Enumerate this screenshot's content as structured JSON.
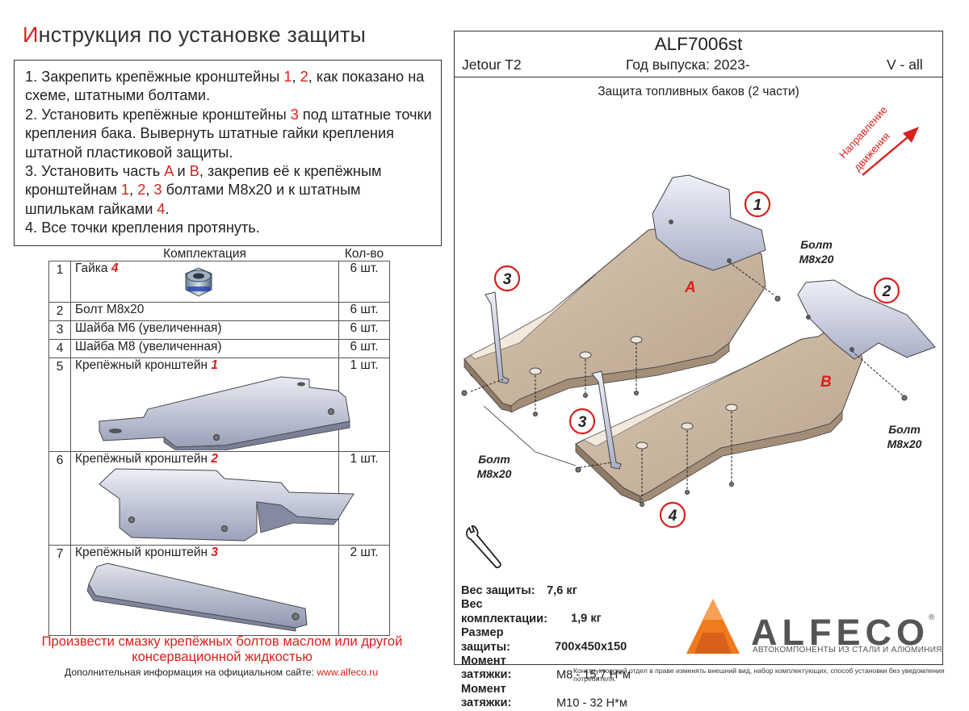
{
  "header": {
    "title_first": "И",
    "title_rest": "нструкция по установке защиты"
  },
  "instructions": {
    "s1_a": "1. Закрепить  крепёжные кронштейны ",
    "s1_n1": "1",
    "s1_sep": ", ",
    "s1_n2": "2",
    "s1_b": ", как показано на схеме, штатными болтами.",
    "s2_a": "2. Установить крепёжные кронштейны ",
    "s2_n3": "3",
    "s2_b": " под штатные точки крепления бака. Вывернуть штатные гайки крепления штатной пластиковой защиты.",
    "s3_a": "3. Установить часть ",
    "s3_A": "A",
    "s3_and": " и ",
    "s3_B": "B",
    "s3_b": ", закрепив её к крепёжным кронштейнам ",
    "s3_n1": "1",
    "s3_c1": ", ",
    "s3_n2": "2",
    "s3_c2": ", ",
    "s3_n3": "3",
    "s3_c": " болтами М8х20 и к штатным шпилькам гайками ",
    "s3_n4": "4",
    "s3_end": ".",
    "s4": "4. Все точки крепления протянуть."
  },
  "parts_table": {
    "col_name": "Комплектация",
    "col_qty": "Кол-во",
    "rows": [
      {
        "num": "1",
        "name": "Гайка ",
        "ref": "4",
        "qty": "6 шт."
      },
      {
        "num": "2",
        "name": "Болт М8х20",
        "ref": "",
        "qty": "6 шт."
      },
      {
        "num": "3",
        "name": "Шайба М6 (увеличенная)",
        "ref": "",
        "qty": "6 шт."
      },
      {
        "num": "4",
        "name": "Шайба М8 (увеличенная)",
        "ref": "",
        "qty": "6 шт."
      },
      {
        "num": "5",
        "name": "Крепёжный кронштейн ",
        "ref": "1",
        "qty": "1 шт."
      },
      {
        "num": "6",
        "name": "Крепёжный кронштейн ",
        "ref": "2",
        "qty": "1 шт."
      },
      {
        "num": "7",
        "name": "Крепёжный кронштейн ",
        "ref": "3",
        "qty": "2 шт."
      }
    ]
  },
  "note": "Произвести смазку крепёжных болтов маслом или другой консервационной жидкостью",
  "footer": {
    "info": "Дополнительная информация на официальном сайте: ",
    "site": "www.alfeco.ru",
    "disclaimer": "Конструкторский отдел в праве изменять внешний вид, набор комплектующих, способ установки без уведомления потребителя."
  },
  "product": {
    "code": "ALF7006st",
    "car": "Jetour T2",
    "year": "Год выпуска: 2023-",
    "variant": "V - all",
    "name": "Защита топливных баков (2 части)"
  },
  "diagram": {
    "direction_line1": "Направление",
    "direction_line2": "движения",
    "part_A": "A",
    "part_B": "B",
    "callouts": [
      "1",
      "2",
      "3",
      "3",
      "4"
    ],
    "bolt_label_line1": "Болт",
    "bolt_label_line2": "М8х20"
  },
  "specs": {
    "weight_label": "Вес защиты:",
    "weight": "7,6 кг",
    "kit_label": "Вес комплектации:",
    "kit": "1,9 кг",
    "size_label": "Размер защиты:",
    "size": "700х450х150",
    "torque1_label": "Момент затяжки:",
    "torque1": "М8 - 15,7 Н*м",
    "torque2_label": "Момент затяжки:",
    "torque2": "М10 - 32 Н*м"
  },
  "brand": {
    "name": "ALFECO",
    "tagline": "АВТОКОМПОНЕНТЫ ИЗ СТАЛИ И АЛЮМИНИЯ",
    "mark": "®"
  },
  "colors": {
    "accent": "#d8201c",
    "plate": "#c9b7a2",
    "bracket": "#c8ccdc",
    "logo_orange": "#f07a1e"
  }
}
